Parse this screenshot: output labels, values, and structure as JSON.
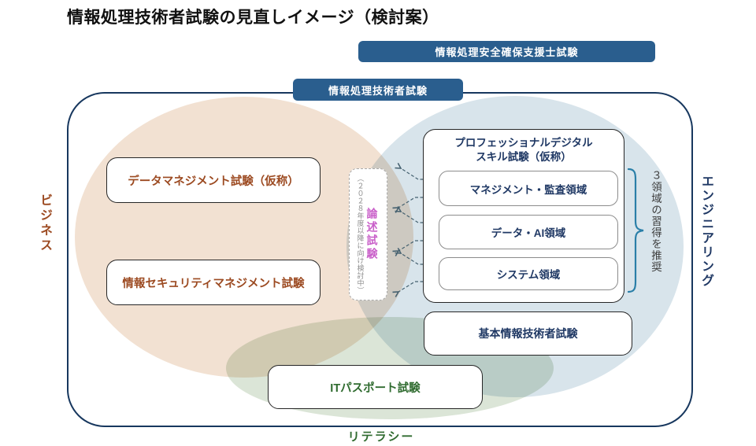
{
  "title": "情報処理技術者試験の見直しイメージ（検討案）",
  "banners": {
    "security_specialist": "情報処理安全確保支援士試験",
    "it_engineers": "情報処理技術者試験"
  },
  "axes": {
    "business": "ビジネス",
    "engineering": "エンジニアリング",
    "literacy": "リテラシー"
  },
  "exams": {
    "data_management": "データマネジメント試験（仮称）",
    "security_management": "情報セキュリティマネジメント試験",
    "professional_digital": {
      "line1": "プロフェッショナルデジタル",
      "line2": "スキル試験（仮称）"
    },
    "domains": [
      {
        "label": "マネジメント・監査領域"
      },
      {
        "label": "データ・AI領域"
      },
      {
        "label": "システム領域"
      }
    ],
    "fundamental": "基本情報技術者試験",
    "it_passport": "ITパスポート試験"
  },
  "essay": {
    "label": "論述試験",
    "note": "（２０２８年度以降に向け検討中）"
  },
  "brace_note": "３領域の習得を推奨",
  "colors": {
    "banner_blue": "#2a5e8e",
    "frame_navy": "#17375e",
    "navy_text": "#1f3864",
    "brown_text": "#9c4a21",
    "green_text": "#2f6b2f",
    "pink_text": "#c95fc9",
    "ellipse_business": "#f2e1d2",
    "ellipse_engineering": "#d8e4eb",
    "ellipse_literacy": "#dbe5d7",
    "arrow": "#44606f",
    "brace": "#2a7fa8"
  }
}
